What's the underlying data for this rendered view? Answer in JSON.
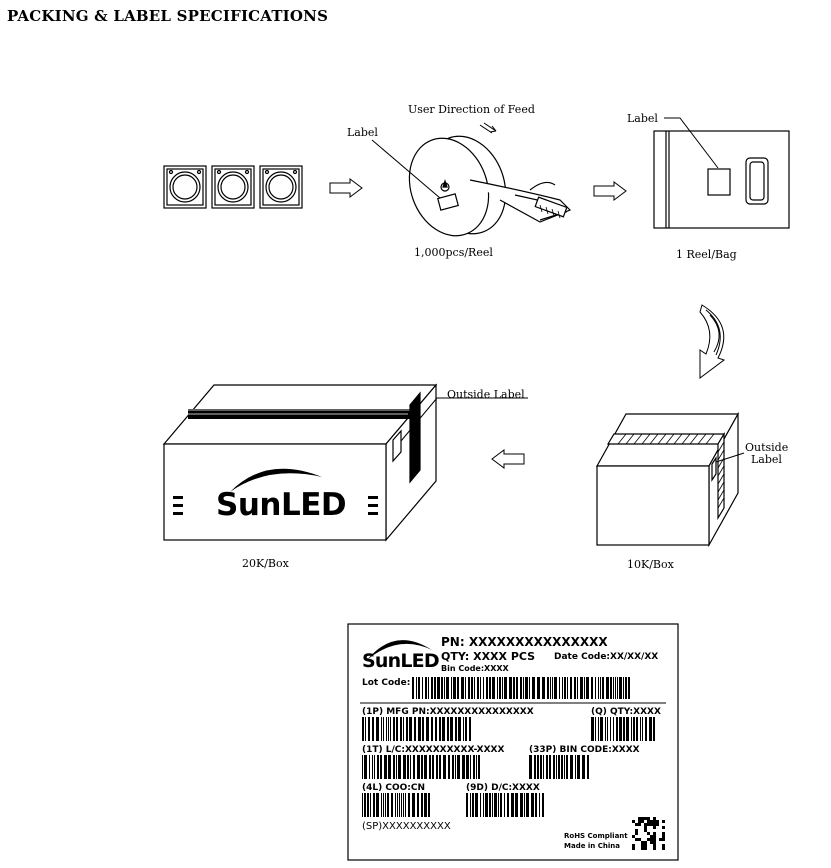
{
  "title": "PACKING & LABEL SPECIFICATIONS",
  "diagram": {
    "feed_direction": "User Direction of Feed",
    "reel_label_callout": "Label",
    "reel_caption": "1,000pcs/Reel",
    "bag_label_callout": "Label",
    "bag_caption": "1 Reel/Bag",
    "big_box_outside_label": "Outside Label",
    "big_box_logo": "SunLED",
    "big_box_caption": "20K/Box",
    "small_box_outside_label_line1": "Outside",
    "small_box_outside_label_line2": "Label",
    "small_box_caption": "10K/Box"
  },
  "label": {
    "logo": "SunLED",
    "pn": "PN: XXXXXXXXXXXXXXX",
    "qty": "QTY: XXXX PCS",
    "date_code": "Date Code:XX/XX/XX",
    "bin_code": "Bin Code:XXXX",
    "lot_code": "Lot Code:",
    "mfg_pn": "(1P) MFG PN:XXXXXXXXXXXXXXX",
    "q_qty": "(Q) QTY:XXXX",
    "lc": "(1T) L/C:XXXXXXXXXX-XXXX",
    "bin_33p": "(33P) BIN CODE:XXXX",
    "coo": "(4L) COO:CN",
    "dc": "(9D) D/C:XXXX",
    "sp": "(SP)XXXXXXXXXX",
    "rohs": "RoHS Compliant",
    "made_in": "Made in China"
  }
}
